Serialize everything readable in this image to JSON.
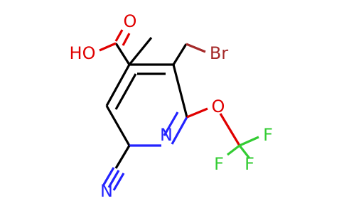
{
  "atoms": {
    "hydroxyl": "HO",
    "carbonyl_oxygen": "O",
    "bromine": "Br",
    "ring_nitrogen": "N",
    "ether_oxygen": "O",
    "fluorine_1": "F",
    "fluorine_2": "F",
    "fluorine_3": "F",
    "nitrile_nitrogen": "N"
  },
  "colors": {
    "bond": "#000000",
    "oxygen": "#e00000",
    "nitrogen": "#2323ff",
    "fluorine": "#33cc33",
    "bromine": "#a52a2a",
    "background": "#ffffff"
  }
}
